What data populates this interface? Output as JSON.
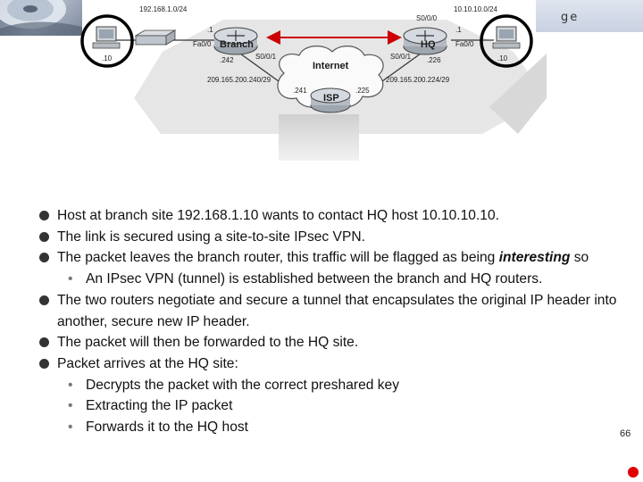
{
  "header": {
    "visible_text_fragment": "ge"
  },
  "diagram": {
    "net_branch_lan": "192.168.1.0/24",
    "net_hq_lan": "10.10.10.0/24",
    "branch_host_addr": ".10",
    "hq_host_addr": ".10",
    "branch_router_name": "Branch",
    "hq_router_name": "HQ",
    "branch_fa": "Fa0/0",
    "hq_fa": "Fa0/0",
    "branch_fa_addr": ".1",
    "hq_fa_addr": ".1",
    "branch_s0": "S0/0/1",
    "hq_s0": "S0/0/1",
    "hq_s0_top": "S0/0/0",
    "branch_wan_addr": ".242",
    "hq_wan_addr": ".226",
    "cloud_label": "Internet",
    "isp_label": "ISP",
    "isp_left_addr": ".241",
    "isp_right_addr": ".225",
    "net_branch_wan": "209.165.200.240/29",
    "net_hq_wan": "209.165.200.224/29"
  },
  "bullets": [
    {
      "type": "l1",
      "text": "Host at branch site 192.168.1.10 wants to contact HQ host 10.10.10.10."
    },
    {
      "type": "l1",
      "text": "The link is secured using a site-to-site IPsec VPN."
    },
    {
      "type": "l1",
      "text_a": "The packet leaves the branch router, this traffic will be flagged as being",
      "em": "interesting",
      "text_b": " so"
    },
    {
      "type": "l2",
      "text": "An IPsec VPN (tunnel) is established between the branch and HQ routers."
    },
    {
      "type": "l1",
      "text": "The two routers negotiate and secure a tunnel that encapsulates the original IP header into another, secure new IP header."
    },
    {
      "type": "l1",
      "text": "The packet will then be forwarded to the HQ site."
    },
    {
      "type": "l1",
      "text": "Packet arrives at the HQ site:"
    },
    {
      "type": "l2",
      "text": "Decrypts the packet with the correct preshared key"
    },
    {
      "type": "l2",
      "text": "Extracting the IP packet"
    },
    {
      "type": "l2",
      "text": "Forwards it to the HQ host"
    }
  ],
  "bullet_glyph": "•",
  "page_number": "66",
  "colors": {
    "highlight_circle": "#000000",
    "arrow": "#cc0000",
    "accent_dot": "#e00000"
  }
}
